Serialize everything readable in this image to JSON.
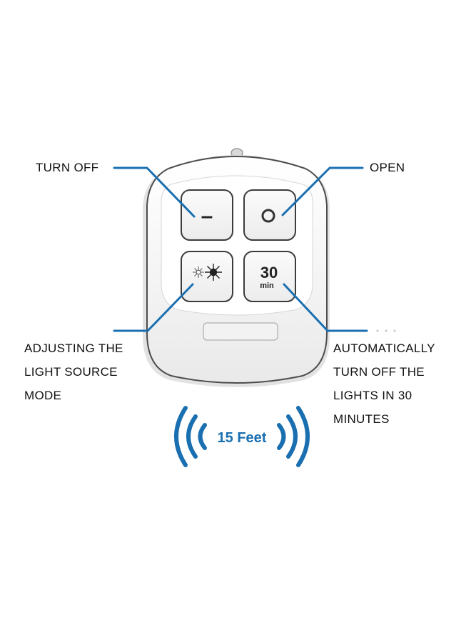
{
  "callouts": {
    "turn_off": "TURN OFF",
    "open": "OPEN",
    "adjust": [
      "ADJUSTING THE",
      "LIGHT SOURCE",
      "MODE"
    ],
    "auto_off": [
      "AUTOMATICALLY",
      "TURN OFF THE",
      "LIGHTS IN 30",
      "MINUTES"
    ]
  },
  "buttons": {
    "off_symbol": "–",
    "timer_number": "30",
    "timer_unit": "min"
  },
  "range": {
    "label": "15 Feet"
  },
  "colors": {
    "accent_blue": "#1a6fb0",
    "remote_body": "#f7f7f7",
    "outline": "#555555",
    "text": "#111111"
  },
  "icons": [
    "power-off-dash-icon",
    "power-on-circle-icon",
    "brightness-sun-icon",
    "timer-30-min-icon",
    "wireless-signal-icon"
  ]
}
